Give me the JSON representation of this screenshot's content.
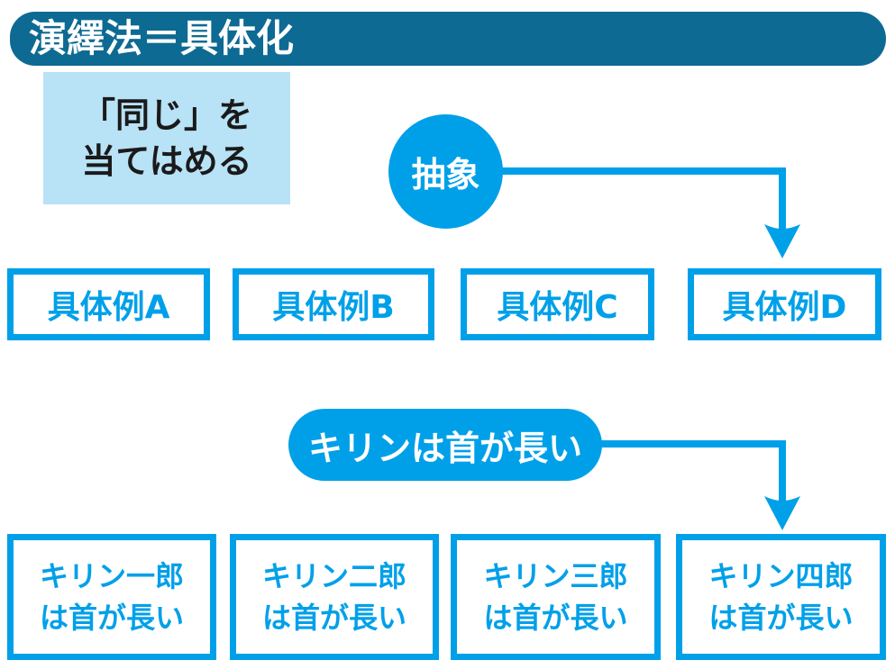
{
  "colors": {
    "header_bg": "#0d6a93",
    "accent_blue": "#00a0e9",
    "note_bg": "#b8e2f6",
    "note_text": "#1a1a1a"
  },
  "header": {
    "title": "演繹法＝具体化"
  },
  "note": {
    "line1": "「同じ」を",
    "line2": "当てはめる"
  },
  "abstract_row": {
    "source_label": "抽象",
    "examples": [
      "具体例A",
      "具体例B",
      "具体例C",
      "具体例D"
    ]
  },
  "giraffe_row": {
    "source_label": "キリンは首が長い",
    "examples": [
      {
        "line1": "キリン一郎",
        "line2": "は首が長い"
      },
      {
        "line1": "キリン二郎",
        "line2": "は首が長い"
      },
      {
        "line1": "キリン三郎",
        "line2": "は首が長い"
      },
      {
        "line1": "キリン四郎",
        "line2": "は首が長い"
      }
    ]
  }
}
